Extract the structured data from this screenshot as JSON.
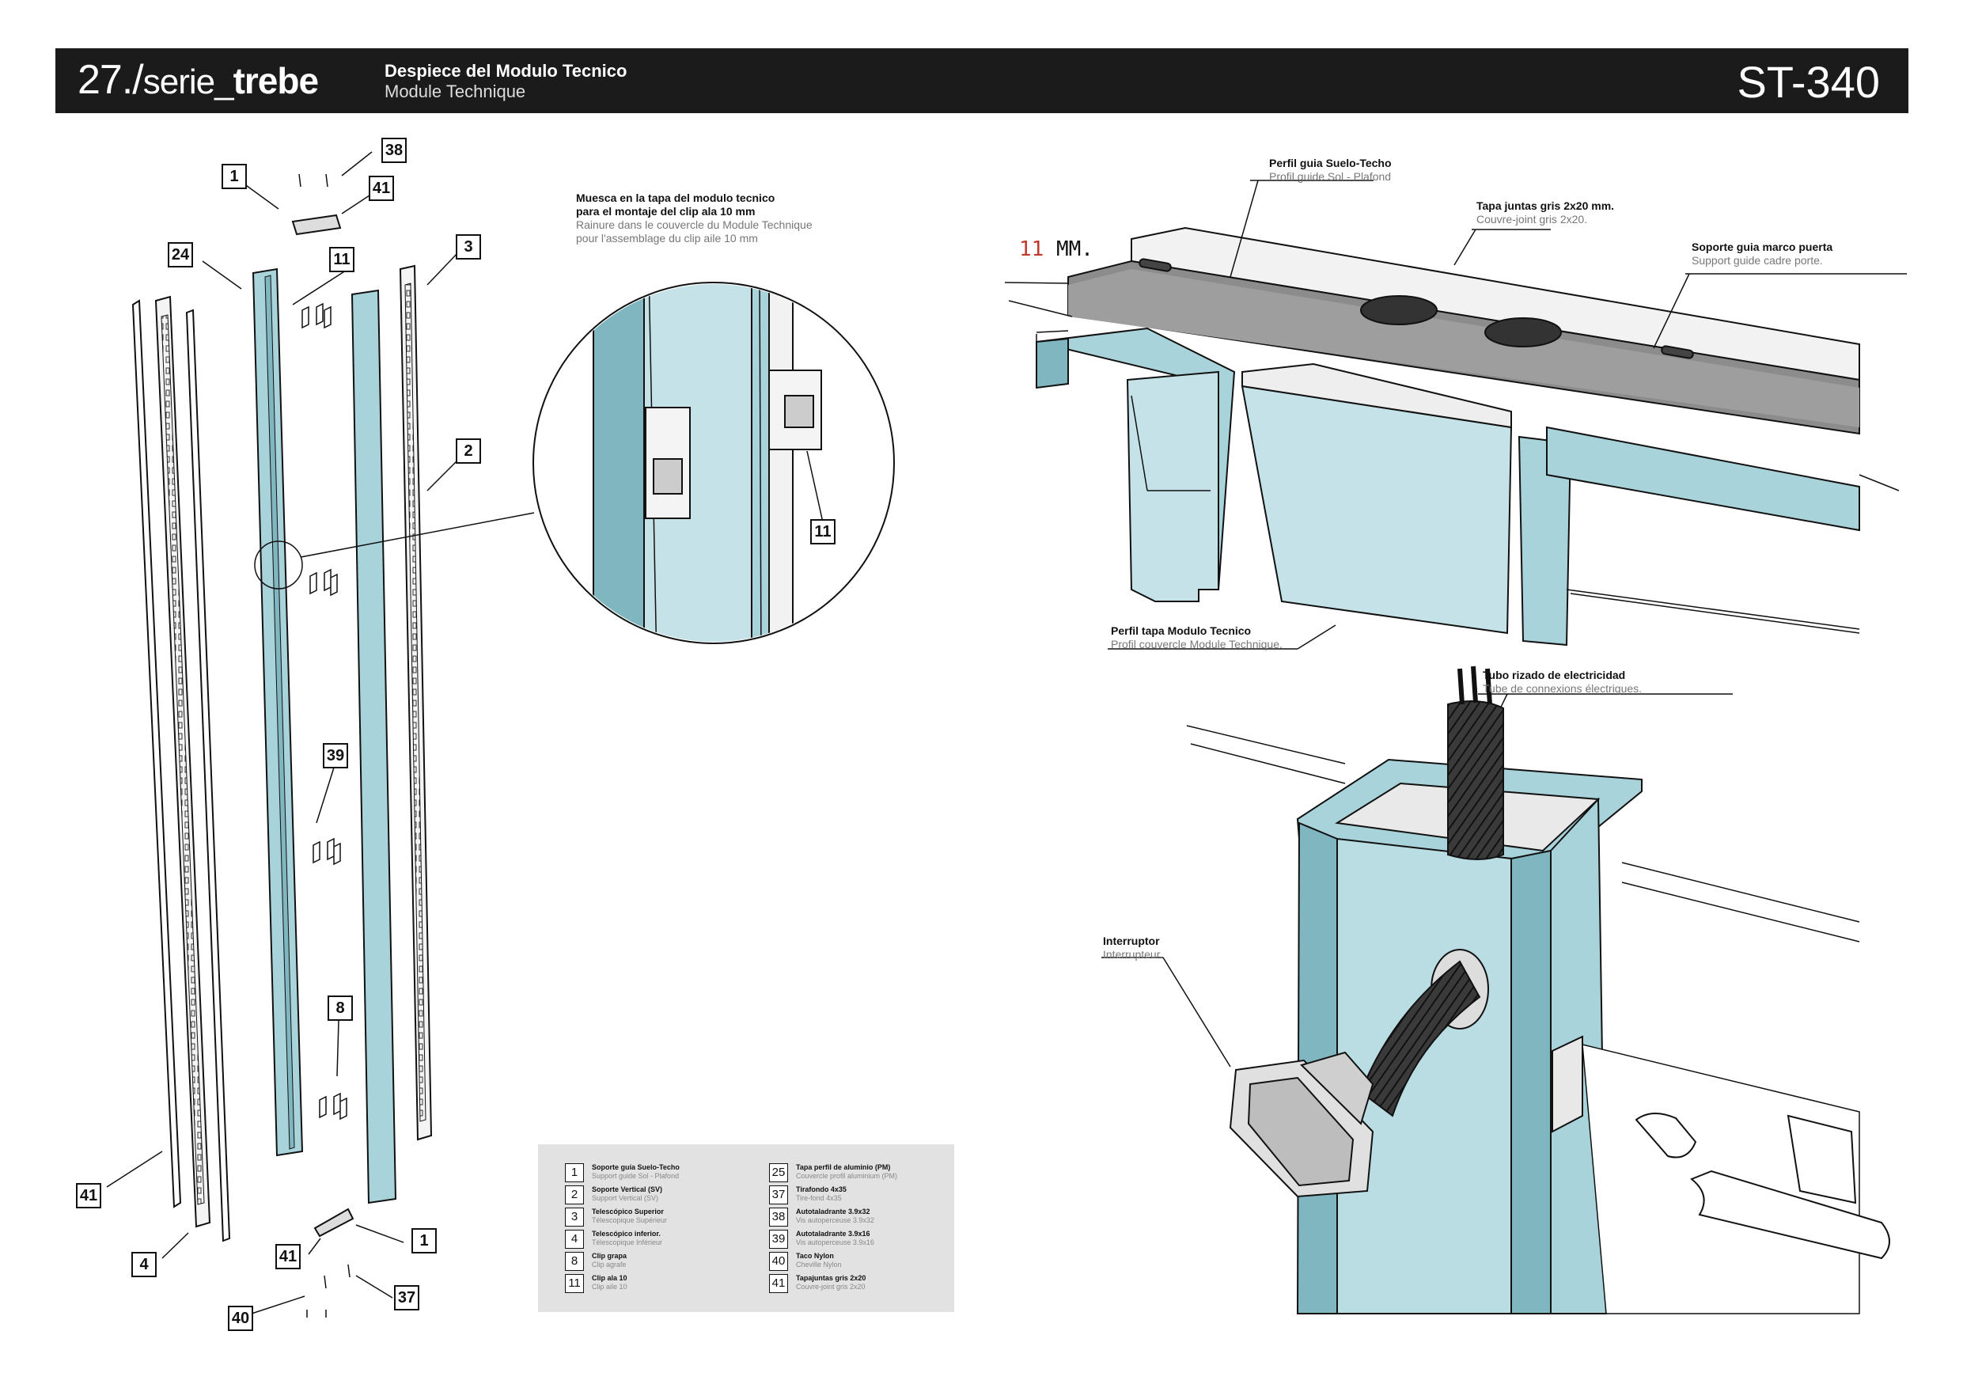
{
  "header": {
    "page_number": "27./",
    "series_prefix": "serie_",
    "series_brand": "trebe",
    "title_es": "Despiece del Modulo Tecnico",
    "title_fr": "Module Technique",
    "model_code": "ST-340"
  },
  "detail_note": {
    "es_line1": "Muesca en la tapa del modulo tecnico",
    "es_line2": "para el montaje del clip ala 10 mm",
    "fr_line1": "Rainure dans le couvercle du Module Technique",
    "fr_line2": "pour l'assemblage du clip aile 10 mm"
  },
  "dimension": {
    "value": "11",
    "unit": "MM."
  },
  "callouts": {
    "perfil_guia": {
      "es": "Perfil guia Suelo-Techo",
      "fr": "Profil guide Sol - Plafond"
    },
    "tapa_juntas": {
      "es": "Tapa juntas gris 2x20 mm.",
      "fr": "Couvre-joint gris 2x20."
    },
    "soporte_guia": {
      "es": "Soporte guia marco puerta",
      "fr": "Support guide cadre porte."
    },
    "perfil_tapa": {
      "es": "Perfil tapa Modulo Tecnico",
      "fr": "Profil couvercle Module Technique."
    },
    "tubo": {
      "es": "Tubo rizado de electricidad",
      "fr": "Tube de connexions électriques."
    },
    "interruptor": {
      "es": "Interruptor",
      "fr": "Interrupteur."
    }
  },
  "part_labels": {
    "p1_top": "1",
    "p38": "38",
    "p41_top": "41",
    "p24": "24",
    "p11_top": "11",
    "p3": "3",
    "p2": "2",
    "p39": "39",
    "p8": "8",
    "p41_left": "41",
    "p4": "4",
    "p41_bottom": "41",
    "p1_bottom": "1",
    "p37": "37",
    "p40": "40",
    "p11_detail": "11"
  },
  "legend": {
    "left": [
      {
        "num": "1",
        "es": "Soporte guía Suelo-Techo",
        "fr": "Support guide Sol - Plafond"
      },
      {
        "num": "2",
        "es": "Soporte Vertical  (SV)",
        "fr": "Support Vertical (SV)"
      },
      {
        "num": "3",
        "es": "Telescópico Superior",
        "fr": "Télescopique Supérieur"
      },
      {
        "num": "4",
        "es": "Telescópico inferior.",
        "fr": "Télescopique Inférieur"
      },
      {
        "num": "8",
        "es": "Clip grapa",
        "fr": "Clip agrafe"
      },
      {
        "num": "11",
        "es": "Clip ala 10",
        "fr": "Clip aile 10"
      }
    ],
    "right": [
      {
        "num": "25",
        "es": "Tapa perfil de aluminio (PM)",
        "fr": "Couvercle profil aluminium (PM)"
      },
      {
        "num": "37",
        "es": "Tirafondo 4x35",
        "fr": "Tire-fond 4x35"
      },
      {
        "num": "38",
        "es": "Autotaladrante 3.9x32",
        "fr": "Vis autoperceuse 3.9x32"
      },
      {
        "num": "39",
        "es": "Autotaladrante 3.9x16",
        "fr": "Vis autoperceuse 3.9x16"
      },
      {
        "num": "40",
        "es": "Taco Nylon",
        "fr": "Cheville Nylon"
      },
      {
        "num": "41",
        "es": "Tapajuntas gris 2x20",
        "fr": "Couvre-joint gris 2x20"
      }
    ]
  },
  "colors": {
    "panel_blue": "#a9d3da",
    "panel_dark": "#7fb6c0",
    "header_bg": "#1b1b1b",
    "legend_bg": "#e2e2e2",
    "dimension_red": "#c0392b"
  }
}
